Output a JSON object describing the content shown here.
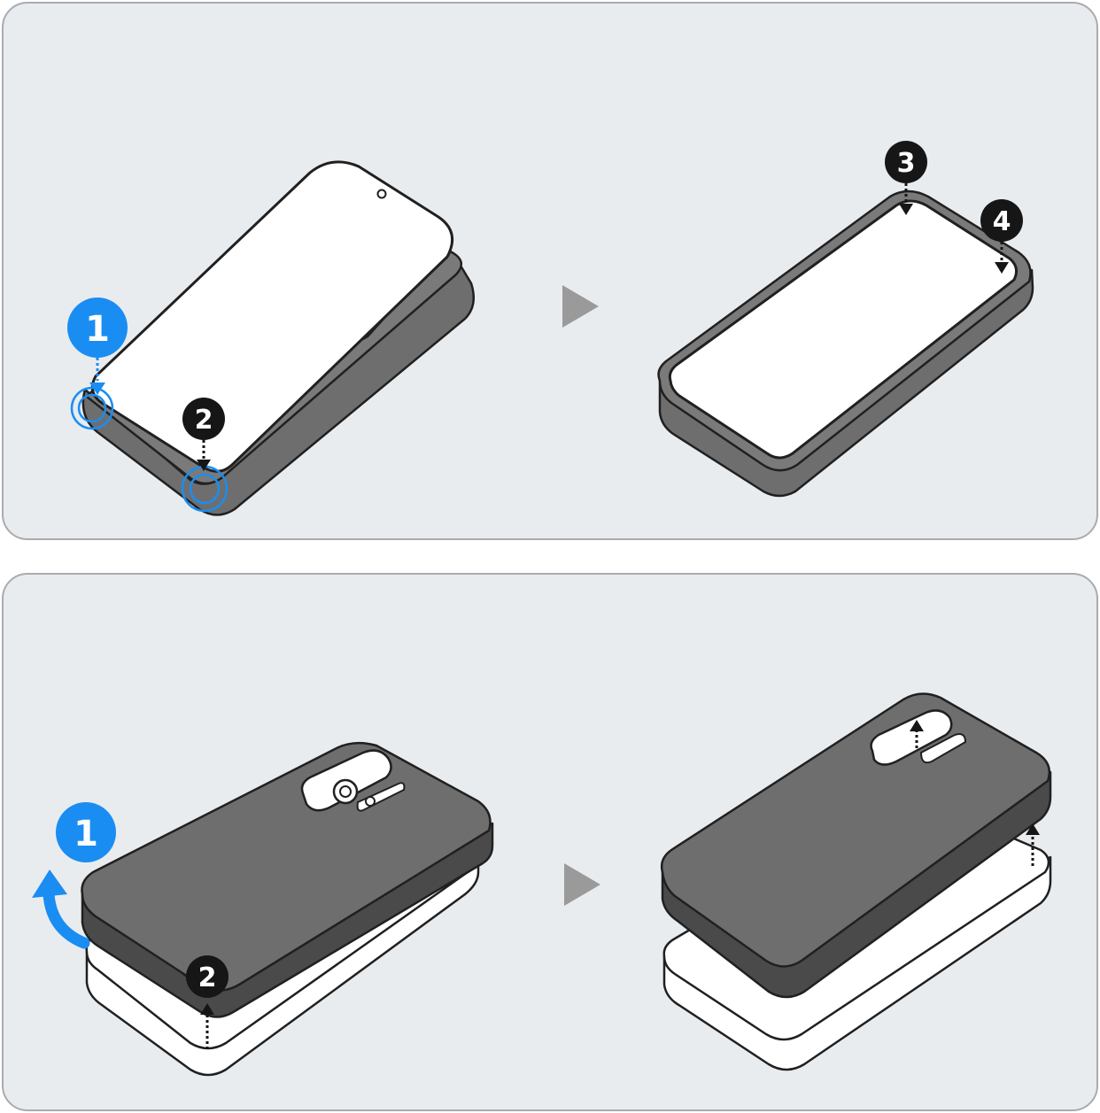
{
  "colors": {
    "panel": "#E9ECEF",
    "panel_border": "#A9ABAE",
    "case_gray": "#6E6E6E",
    "case_dark": "#4A4A4A",
    "outline": "#202020",
    "accent_blue": "#1A8DF2",
    "badge_black": "#161616",
    "arrow_gray": "#9A9A9A"
  },
  "panels": [
    {
      "name": "install-case",
      "steps": [
        "1",
        "2",
        "3",
        "4"
      ],
      "arrow_icon": "play-triangle-icon"
    },
    {
      "name": "remove-case",
      "steps": [
        "1",
        "2"
      ],
      "arrow_icon": "play-triangle-icon"
    }
  ]
}
